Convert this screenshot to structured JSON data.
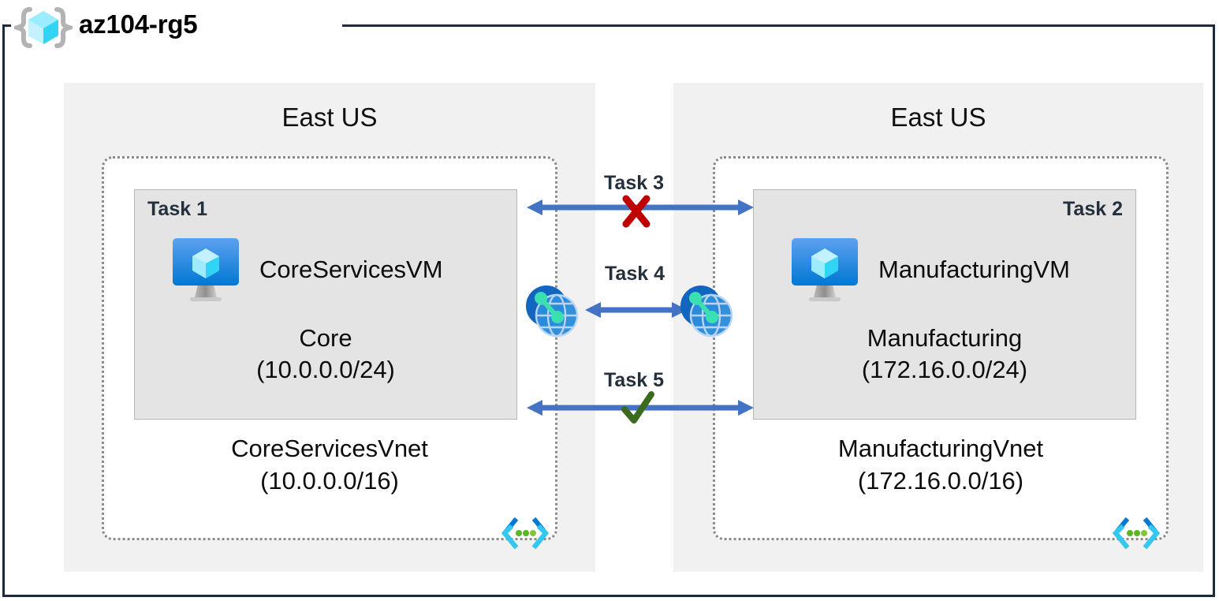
{
  "diagram": {
    "resource_group": {
      "name": "az104-rg5",
      "icon": "resource-group-icon",
      "border_color": "#1b2a41"
    },
    "regions": [
      {
        "id": "left",
        "label": "East US",
        "vnet": {
          "name": "CoreServicesVnet",
          "address_space": "(10.0.0.0/16)",
          "icon": "vnet-icon",
          "subnet": {
            "task_tag": "Task 1",
            "task_tag_align": "left",
            "vm": {
              "name": "CoreServicesVM",
              "icon": "virtual-machine-icon"
            },
            "name": "Core",
            "address_prefix": "(10.0.0.0/24)"
          }
        }
      },
      {
        "id": "right",
        "label": "East US",
        "vnet": {
          "name": "ManufacturingVnet",
          "address_space": "(172.16.0.0/16)",
          "icon": "vnet-icon",
          "subnet": {
            "task_tag": "Task 2",
            "task_tag_align": "right",
            "vm": {
              "name": "ManufacturingVM",
              "icon": "virtual-machine-icon"
            },
            "name": "Manufacturing",
            "address_prefix": "(172.16.0.0/24)"
          }
        }
      }
    ],
    "connections": [
      {
        "id": "task3",
        "label": "Task 3",
        "status_icon": "red-x-icon",
        "status": "blocked",
        "status_color": "#c00000",
        "arrow": "double-headed-arrow",
        "arrow_color": "#4472c4"
      },
      {
        "id": "task4",
        "label": "Task 4",
        "status_icon": "peering-icon",
        "status": "peering",
        "arrow": "double-headed-arrow",
        "arrow_color": "#4472c4"
      },
      {
        "id": "task5",
        "label": "Task 5",
        "status_icon": "green-check-icon",
        "status": "allowed",
        "status_color": "#3a6b1f",
        "arrow": "double-headed-arrow",
        "arrow_color": "#4472c4"
      }
    ],
    "peering_endpoints": [
      {
        "id": "peer-left",
        "icon": "peering-icon"
      },
      {
        "id": "peer-right",
        "icon": "peering-icon"
      }
    ]
  }
}
